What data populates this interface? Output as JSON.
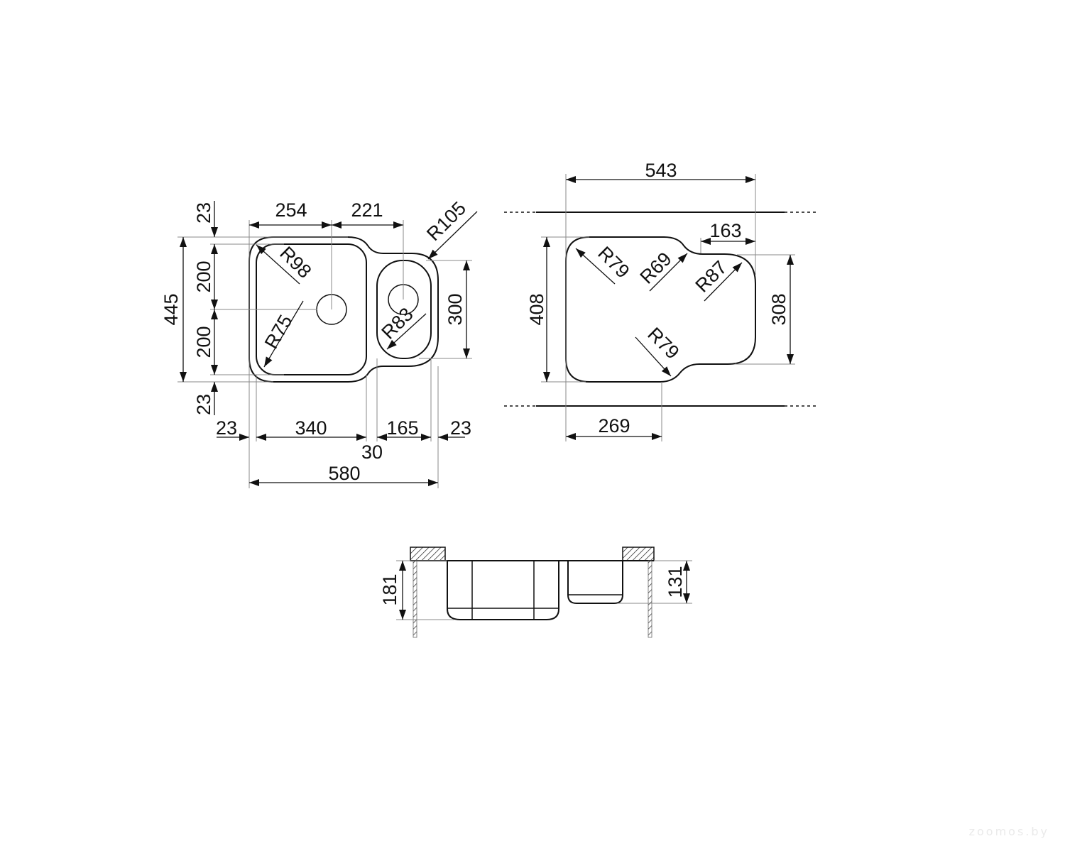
{
  "drawing": {
    "plan_view": {
      "overall_width": "580",
      "overall_depth": "445",
      "main_bowl_center_offset": "254",
      "drain_spacing": "221",
      "corner_radius_outer": "R105",
      "top_margin": "23",
      "bottom_margin": "23",
      "upper_half": "200",
      "lower_half": "200",
      "left_margin": "23",
      "main_bowl_width": "340",
      "divider_width": "30",
      "small_bowl_width": "165",
      "right_margin": "23",
      "small_bowl_depth": "300",
      "main_bowl_radius_top": "R98",
      "main_bowl_radius_bottom": "R75",
      "small_bowl_radius": "R83"
    },
    "cutout_view": {
      "cutout_width": "543",
      "cutout_depth": "408",
      "small_section_width": "163",
      "small_section_depth": "308",
      "main_section_width": "269",
      "radius_top_left": "R79",
      "radius_neck_top": "R69",
      "radius_top_right": "R87",
      "radius_neck_bottom": "R79"
    },
    "section_view": {
      "main_bowl_depth": "181",
      "small_bowl_depth": "131"
    }
  },
  "watermark": "zoomos.by"
}
